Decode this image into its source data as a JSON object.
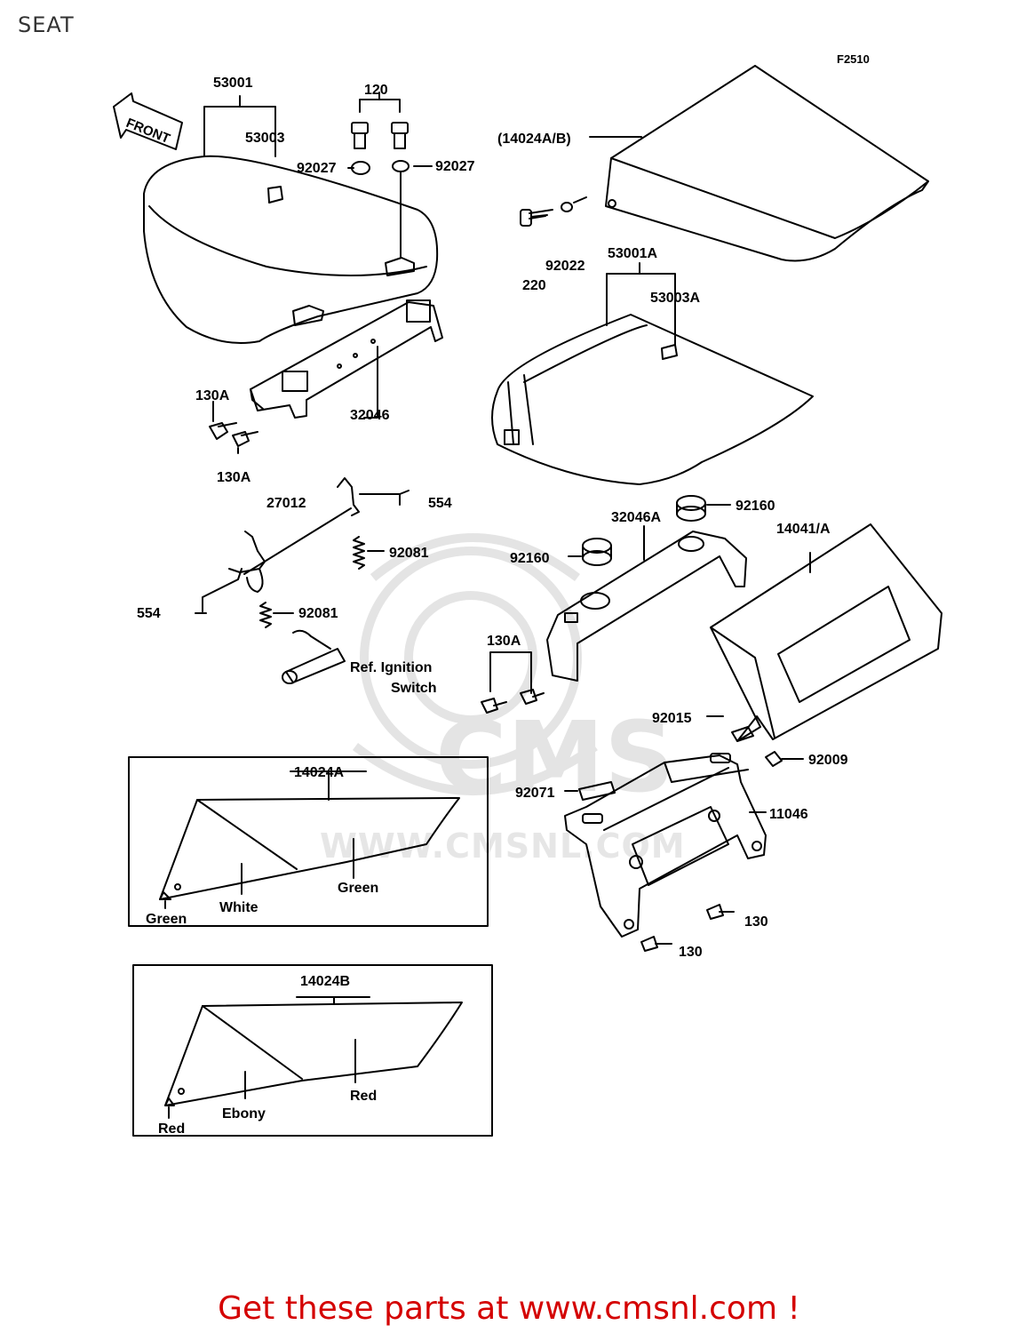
{
  "page": {
    "title": "SEAT",
    "figure_code": "F2510"
  },
  "watermark": {
    "brand": "CMS",
    "site": "WWW.CMSNL.COM"
  },
  "labels": {
    "front": "FRONT",
    "p53001": "53001",
    "p53003": "53003",
    "p120": "120",
    "p92027_left": "92027",
    "p92027_right": "92027",
    "p14024ab": "(14024A/B)",
    "p92022": "92022",
    "p220": "220",
    "p53001a": "53001A",
    "p53003a": "53003A",
    "p32046": "32046",
    "p130a_top": "130A",
    "p130a_bottom": "130A",
    "p27012": "27012",
    "p554_right": "554",
    "p554_left": "554",
    "p92081_top": "92081",
    "p92081_bottom": "92081",
    "p92160_right": "92160",
    "p92160_left": "92160",
    "p32046a": "32046A",
    "p14041a": "14041/A",
    "ref_ignition_1": "Ref. Ignition",
    "ref_ignition_2": "Switch",
    "p130a_mid": "130A",
    "p92015": "92015",
    "p92009": "92009",
    "p92071": "92071",
    "p11046": "11046",
    "p130_top": "130",
    "p130_bottom": "130"
  },
  "inset_a": {
    "title": "14024A",
    "color_top": "Green",
    "color_mid": "White",
    "color_tip": "Green"
  },
  "inset_b": {
    "title": "14024B",
    "color_top": "Red",
    "color_mid": "Ebony",
    "color_tip": "Red"
  },
  "footer": {
    "promo": "Get these parts at www.cmsnl.com !"
  },
  "colors": {
    "promo": "#d40000",
    "watermark": "#e6e6e6",
    "line": "#000000"
  }
}
